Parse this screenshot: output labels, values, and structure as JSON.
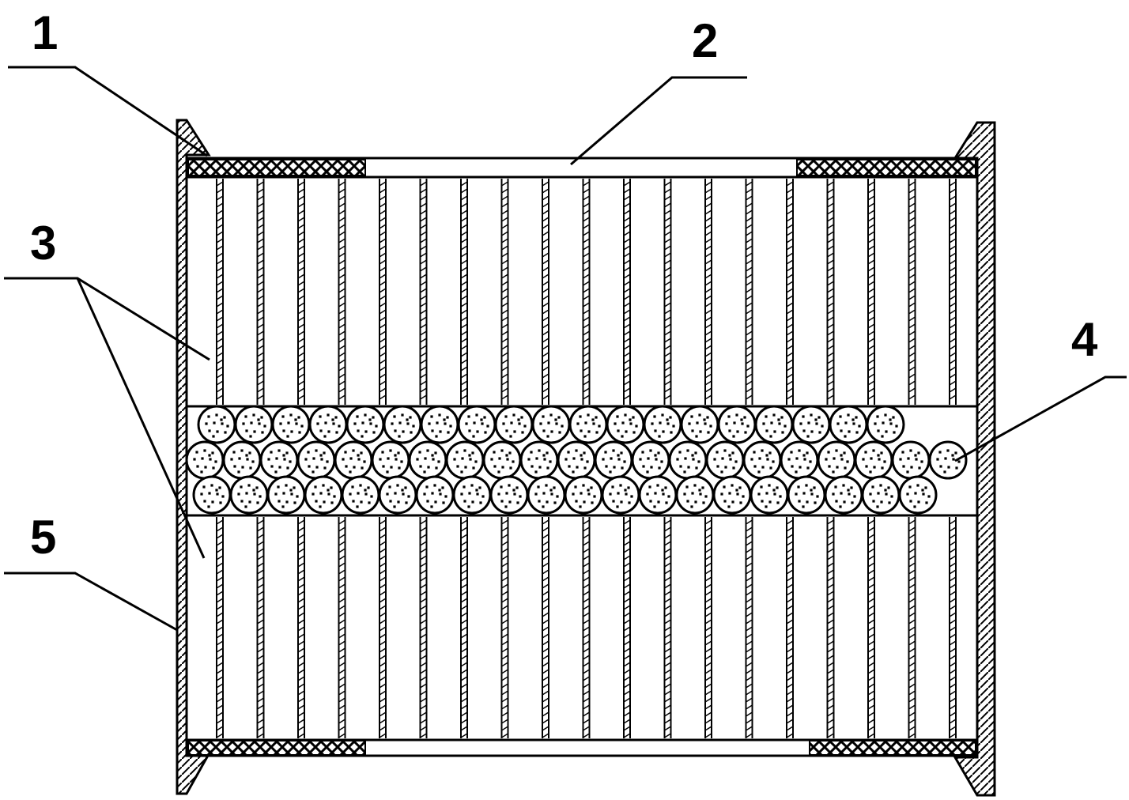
{
  "labels": {
    "one": "1",
    "two": "2",
    "three": "3",
    "four": "4",
    "five": "5"
  },
  "colors": {
    "ink": "#000000",
    "paper": "#ffffff"
  }
}
